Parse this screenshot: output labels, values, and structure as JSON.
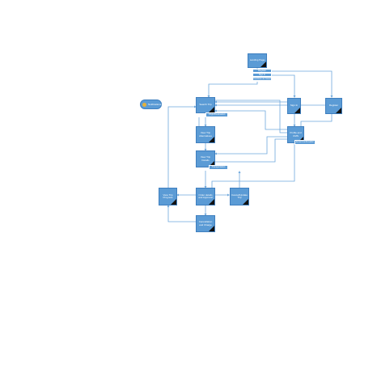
{
  "diagram": {
    "nodes": {
      "landing_page": "Landing Page",
      "search_trip": "Search Trip",
      "sign_in": "Sign In",
      "register": "Register",
      "view_trip_alternatives": "View Trip Alternatives",
      "view_trip_details": "View Trip Details",
      "order_details": "Order details and Approval",
      "cancel_trip": "Cancel/Update Trip",
      "view_trip_progress": "View Trip Progress",
      "cancellation_charge": "Cancellation and Charge",
      "profile_and_cms": "Profile and CMS"
    },
    "tags": {
      "register": "Register",
      "sign_in": "Sign In",
      "continue_as_guest": "Continue as Guest",
      "origin_destination": "Origin/Destination",
      "transportation": "Transportation",
      "forgot_password": "Email Confirmation"
    },
    "notifications_label": "Notifications"
  },
  "colors": {
    "node_fill": "#5b9bd5",
    "node_border": "#3f7fbf",
    "edge": "#6fa8dc",
    "corner": "#111111"
  }
}
